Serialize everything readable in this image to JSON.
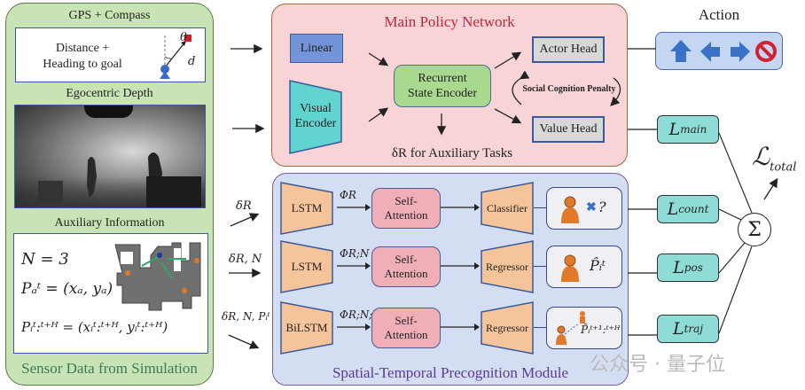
{
  "sensor": {
    "gps_title": "GPS + Compass",
    "gps_text_line1": "Distance +",
    "gps_text_line2": "Heading to goal",
    "theta_symbol": "θ",
    "d_symbol": "d",
    "depth_title": "Egocentric Depth",
    "aux_title": "Auxiliary Information",
    "aux_eq1": "N = 3",
    "aux_eq2": "Pₐᵗ = (xₐ, yₐ)",
    "aux_eq3": "Pᵢᵗ:ᵗ⁺ᴴ = (xᵢᵗ:ᵗ⁺ᴴ, yᵢᵗ:ᵗ⁺ᴴ)",
    "footer": "Sensor Data from Simulation"
  },
  "inputs": {
    "row1": "δR",
    "row2": "δR, N",
    "row3": "δR, N, Pᵢᵗ"
  },
  "policy": {
    "title": "Main Policy Network",
    "linear": "Linear",
    "visual_encoder_line1": "Visual",
    "visual_encoder_line2": "Encoder",
    "state_encoder_line1": "Recurrent",
    "state_encoder_line2": "State Encoder",
    "actor_head": "Actor Head",
    "value_head": "Value Head",
    "social_penalty": "Social Cognition Penalty",
    "aux_output": "δR for Auxiliary Tasks"
  },
  "action": {
    "title": "Action",
    "icons": [
      "arrow-up",
      "arrow-left",
      "arrow-right",
      "stop"
    ]
  },
  "precog": {
    "title": "Spatial-Temporal Precognition Module",
    "rows": [
      {
        "encoder": "LSTM",
        "phi": "ΦR",
        "attention_line1": "Self-",
        "attention_line2": "Attention",
        "head": "Classifier",
        "output": "?",
        "loss_main": "L",
        "loss_sub": "count"
      },
      {
        "encoder": "LSTM",
        "phi": "ΦR;N",
        "attention_line1": "Self-",
        "attention_line2": "Attention",
        "head": "Regressor",
        "output": "P̂ᵢᵗ",
        "loss_main": "L",
        "loss_sub": "pos"
      },
      {
        "encoder": "BiLSTM",
        "phi": "ΦR;N;P",
        "attention_line1": "Self-",
        "attention_line2": "Attention",
        "head": "Regressor",
        "output": "P̂ᵢᵗ⁺¹:ᵗ⁺ᴴ",
        "loss_main": "L",
        "loss_sub": "traj"
      }
    ]
  },
  "losses": {
    "main": {
      "main": "L",
      "sub": "main"
    },
    "total_main": "ℒ",
    "total_sub": "total",
    "sum_symbol": "Σ"
  },
  "watermark": "公众号 · 量子位",
  "colors": {
    "sensor_bg": "#c9e4b4",
    "policy_bg": "#f8d4d6",
    "precog_bg": "#d3def3",
    "policy_title": "#c0283a",
    "precog_title": "#5a3a9a",
    "sensor_footer": "#3a7a5a",
    "action_blue": "#3a72c8",
    "stop_red": "#d22035",
    "person_orange": "#e07a2a"
  }
}
